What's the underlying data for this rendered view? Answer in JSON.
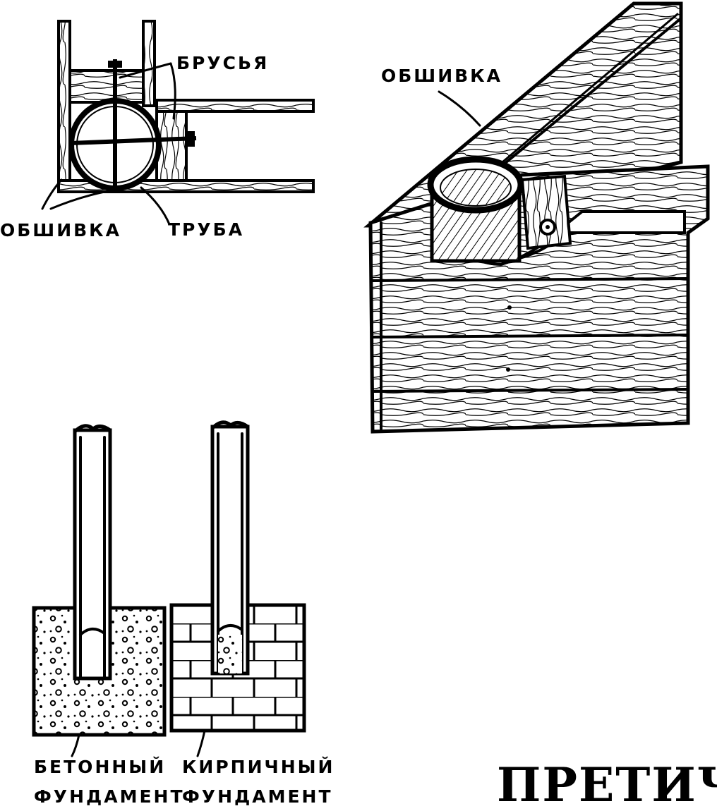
{
  "labels": {
    "brusya": "БРУСЬЯ",
    "obshivka_top": "ОБШИВКА",
    "obshivka_left": "ОБШИВКА",
    "truba": "ТРУБА",
    "beton_line1": "БЕТОННЫЙ",
    "beton_line2": "ФУНДАМЕНТ",
    "kirpich_line1": "КИРПИЧНЫЙ",
    "kirpich_line2": "ФУНДАМЕНТ"
  },
  "signature": "ПРЕТИЧ",
  "colors": {
    "ink": "#000000",
    "paper": "#ffffff"
  }
}
